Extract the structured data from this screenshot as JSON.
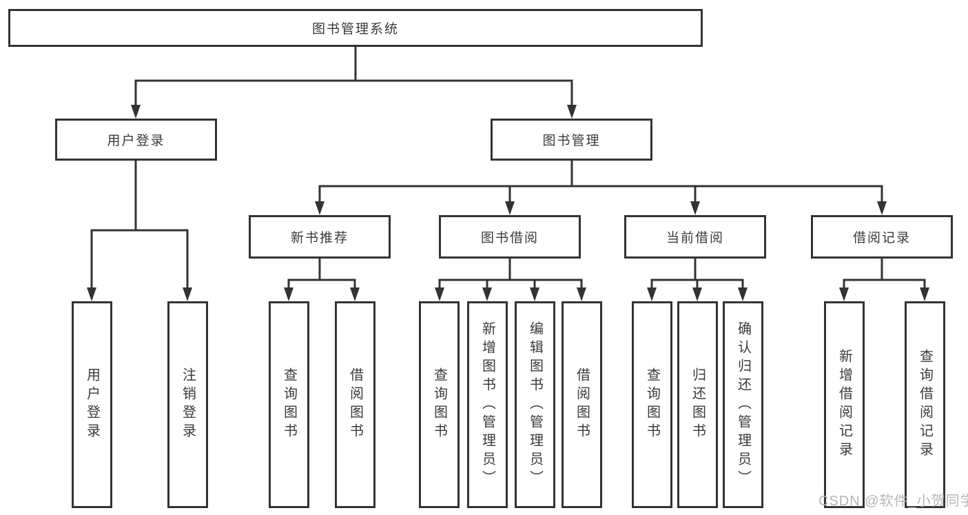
{
  "colors": {
    "line": "#333333",
    "text": "#3a3a3a",
    "box_background": "#ffffff",
    "watermark": "#b5b5b5"
  },
  "watermark": {
    "text": "CSDN @软件_小贺同学"
  },
  "tree": {
    "label": "图书管理系统",
    "children": [
      {
        "label": "用户登录",
        "children": [
          {
            "label": "用户登录"
          },
          {
            "label": "注销登录"
          }
        ]
      },
      {
        "label": "图书管理",
        "children": [
          {
            "label": "新书推荐",
            "children": [
              {
                "label": "查询图书"
              },
              {
                "label": "借阅图书"
              }
            ]
          },
          {
            "label": "图书借阅",
            "children": [
              {
                "label": "查询图书"
              },
              {
                "label": "新增图书（管理员）"
              },
              {
                "label": "编辑图书（管理员）"
              },
              {
                "label": "借阅图书"
              }
            ]
          },
          {
            "label": "当前借阅",
            "children": [
              {
                "label": "查询图书"
              },
              {
                "label": "归还图书"
              },
              {
                "label": "确认归还（管理员）"
              }
            ]
          },
          {
            "label": "借阅记录",
            "children": [
              {
                "label": "新增借阅记录"
              },
              {
                "label": "查询借阅记录"
              }
            ]
          }
        ]
      }
    ]
  }
}
